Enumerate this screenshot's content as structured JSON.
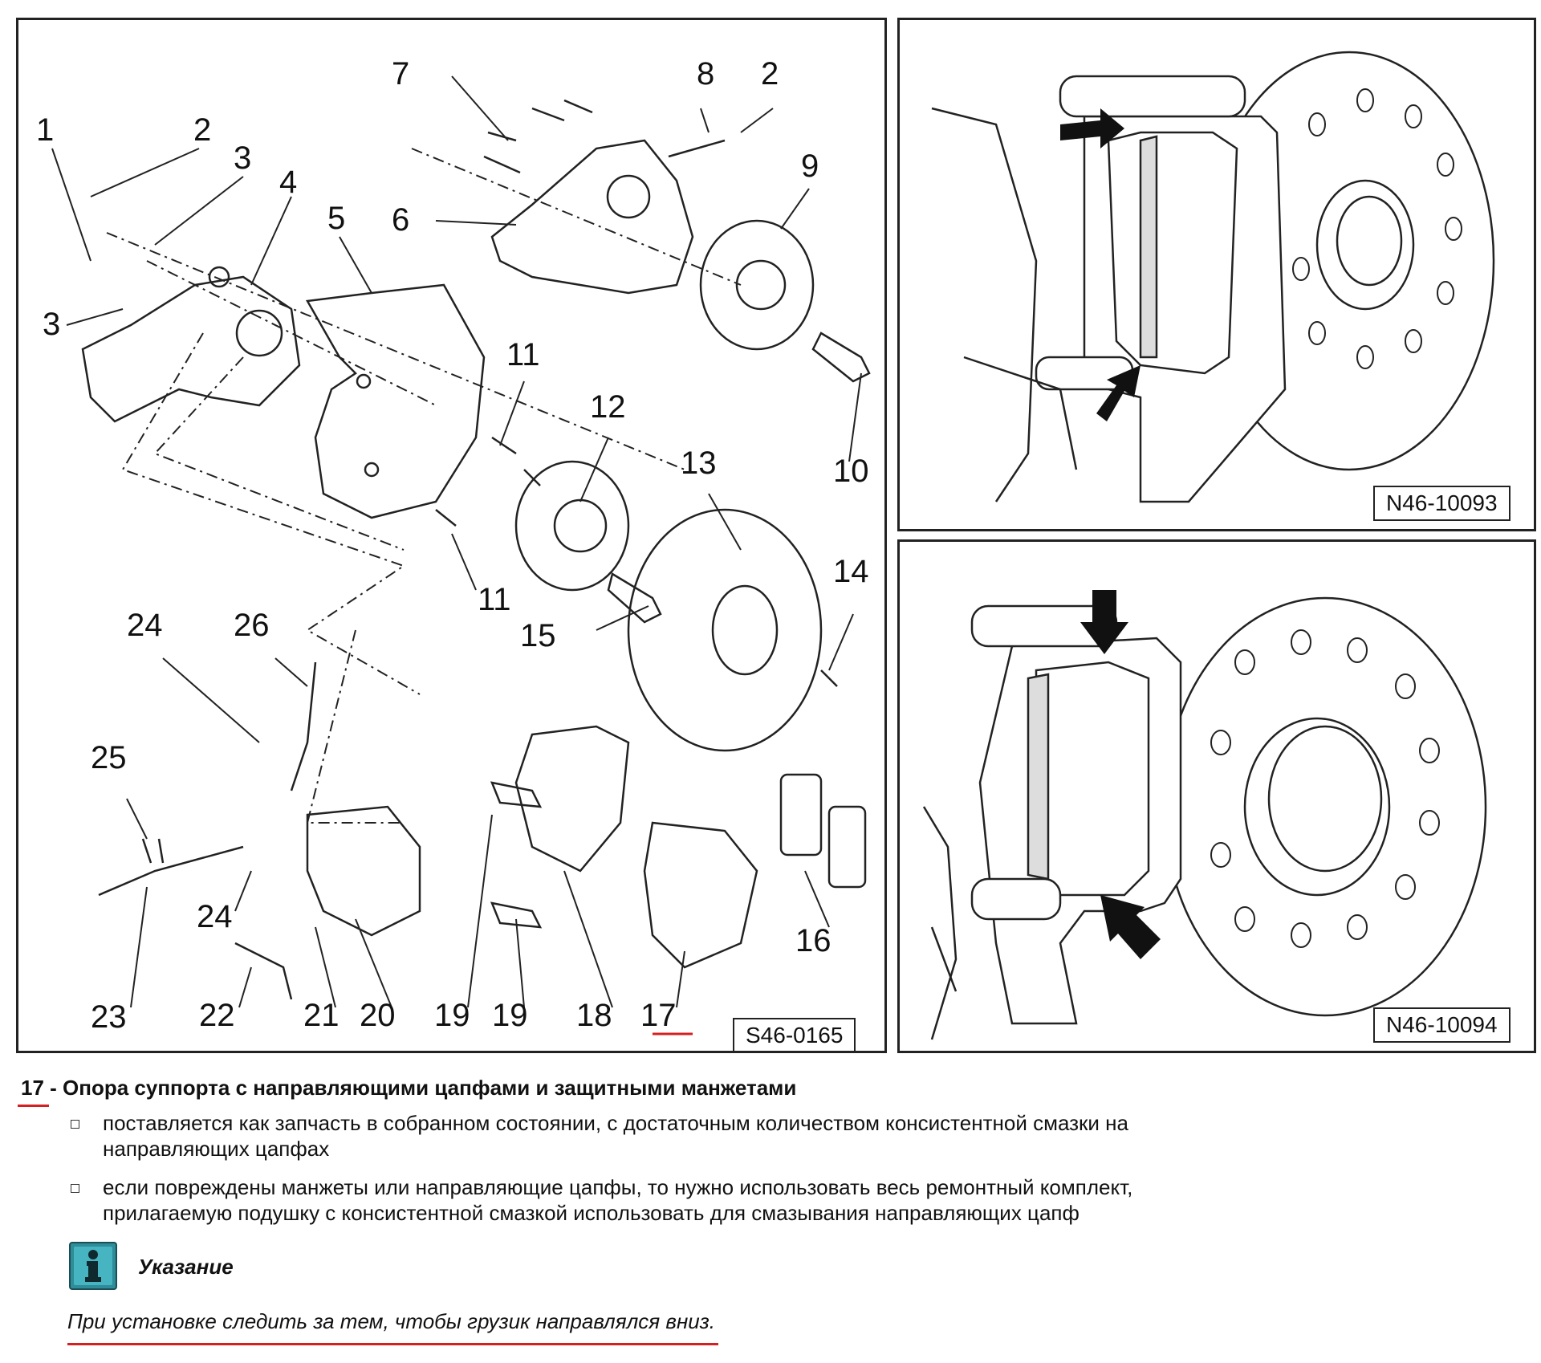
{
  "main_figure": {
    "figure_id": "S46-0165",
    "callouts": [
      "1",
      "2",
      "3",
      "4",
      "5",
      "6",
      "7",
      "8",
      "2",
      "9",
      "3",
      "10",
      "11",
      "11",
      "12",
      "13",
      "14",
      "15",
      "24",
      "26",
      "25",
      "24",
      "23",
      "22",
      "21",
      "20",
      "19",
      "19",
      "18",
      "17",
      "16"
    ]
  },
  "photo_top": {
    "figure_id": "N46-10093"
  },
  "photo_bottom": {
    "figure_id": "N46-10094"
  },
  "item": {
    "number": "17",
    "separator": " - ",
    "title": "Опора суппорта с направляющими цапфами и защитными манжетами",
    "bullets": [
      "поставляется как запчасть в собранном состоянии, с достаточным количеством консистентной смазки на направляющих цапфах",
      "если повреждены манжеты или направляющие цапфы, то нужно использовать весь ремонтный комплект, прилагаемую подушку с консистентной смазкой использовать для смазывания направляющих цапф"
    ]
  },
  "note": {
    "icon": "info-icon",
    "title": "Указание",
    "text": "При установке следить за тем, чтобы грузик направлялся вниз."
  },
  "colors": {
    "highlight": "#d42020",
    "icon_teal": "#3aa7b4"
  }
}
